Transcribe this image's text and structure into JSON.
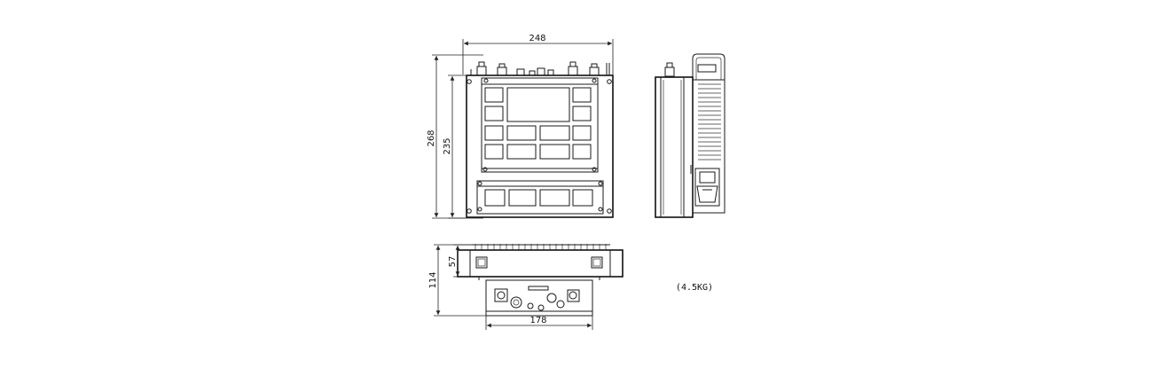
{
  "dimensions": {
    "front_width": "248",
    "front_height_overall": "268",
    "front_height_body": "235",
    "bottom_depth_overall": "114",
    "bottom_depth_body": "57",
    "bottom_connector_panel_width": "178"
  },
  "weight_note": "(4.5KG)"
}
